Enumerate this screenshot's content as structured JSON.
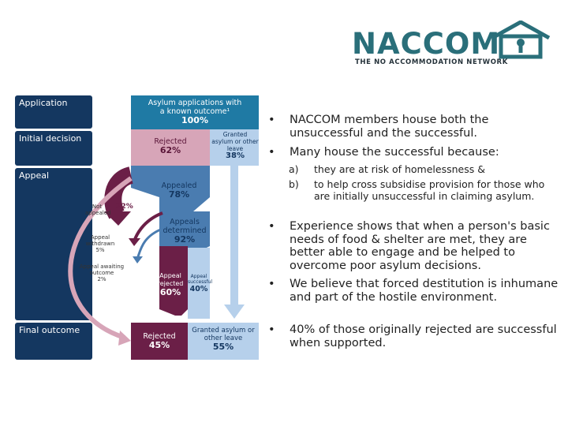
{
  "logo": {
    "wordmark": "NACCOM",
    "tagline": "THE NO ACCOMMODATION NETWORK",
    "brand_color": "#2a6f7a"
  },
  "stages": [
    {
      "label": "Application"
    },
    {
      "label": "Initial decision"
    },
    {
      "label": "Appeal"
    },
    {
      "label": "Final outcome"
    }
  ],
  "flow": {
    "applications": {
      "label": "Asylum applications with a known outcome¹",
      "pct": "100%"
    },
    "rejected_initial": {
      "label": "Rejected",
      "pct": "62%"
    },
    "granted_initial": {
      "label": "Granted asylum or other leave",
      "pct": "38%"
    },
    "appealed": {
      "label": "Appealed",
      "pct": "78%"
    },
    "not_appealed": {
      "label": "Not appealed",
      "pct": "22%"
    },
    "appeals_determined": {
      "label": "Appeals determined",
      "pct": "92%"
    },
    "appeal_withdrawn": {
      "label": "Appeal withdrawn",
      "pct": "5%"
    },
    "appeal_awaiting": {
      "label": "Appeal awaiting outcome",
      "pct": "2%"
    },
    "appeal_rejected": {
      "label": "Appeal rejected",
      "pct": "60%"
    },
    "appeal_successful": {
      "label": "Appeal successful",
      "pct": "40%"
    },
    "final_rejected": {
      "label": "Rejected",
      "pct": "45%"
    },
    "final_granted": {
      "label": "Granted asylum or other leave",
      "pct": "55%"
    },
    "colors": {
      "navy": "#143760",
      "teal": "#1f7aa4",
      "rose": "#d7a5b8",
      "maroon": "#6b1f47",
      "steel": "#4a7cb0",
      "light_blue": "#b6d0eb"
    }
  },
  "bullets": {
    "b1": "NACCOM members house both the unsuccessful and the successful.",
    "b2": "Many house the successful because:",
    "sub_a_label": "a)",
    "sub_a": "they are at risk of homelessness &",
    "sub_b_label": "b)",
    "sub_b": "to help cross subsidise provision for those who are initially unsuccessful in claiming asylum.",
    "b3": "Experience shows that when a person's basic needs of food & shelter are met, they are better able to engage and be helped to overcome poor asylum decisions.",
    "b4": "We believe that forced destitution is inhumane and part of the hostile environment.",
    "b5": "40% of those originally rejected are successful when supported.",
    "bullet_char": "•"
  }
}
